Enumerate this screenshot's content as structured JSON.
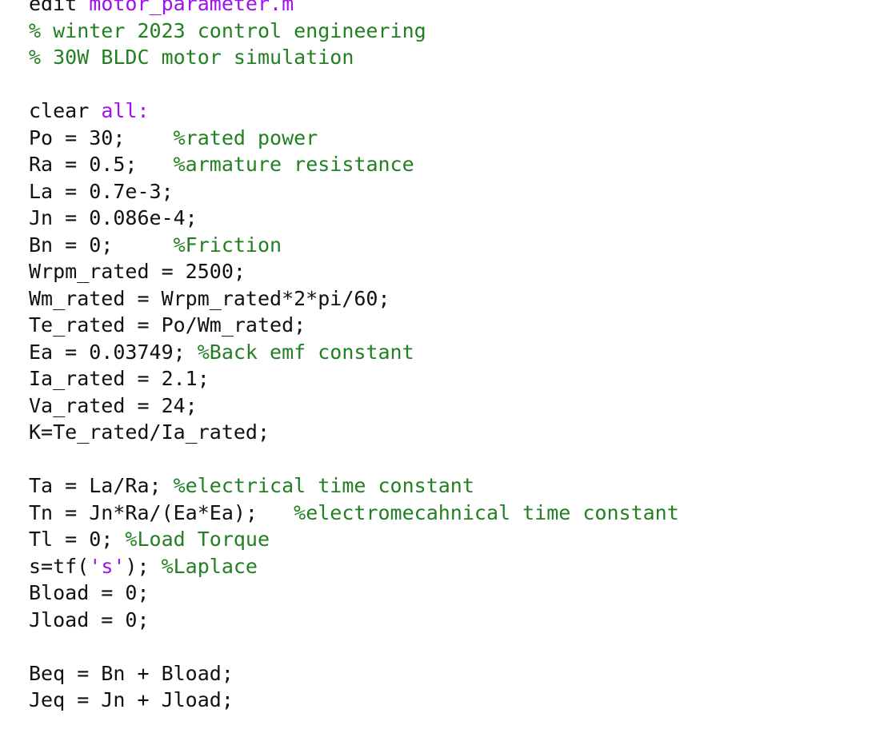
{
  "editor": {
    "lines": [
      [
        {
          "t": "edit ",
          "c": "code"
        },
        {
          "t": "motor_parameter.m",
          "c": "kw"
        }
      ],
      [
        {
          "t": "% winter 2023 control engineering",
          "c": "cm"
        }
      ],
      [
        {
          "t": "% 30W BLDC motor simulation",
          "c": "cm"
        }
      ],
      [],
      [
        {
          "t": "clear ",
          "c": "code"
        },
        {
          "t": "all:",
          "c": "kw"
        }
      ],
      [
        {
          "t": "Po = 30;    ",
          "c": "code"
        },
        {
          "t": "%rated power",
          "c": "cm"
        }
      ],
      [
        {
          "t": "Ra = 0.5;   ",
          "c": "code"
        },
        {
          "t": "%armature resistance",
          "c": "cm"
        }
      ],
      [
        {
          "t": "La = 0.7e-3;",
          "c": "code"
        }
      ],
      [
        {
          "t": "Jn = 0.086e-4;",
          "c": "code"
        }
      ],
      [
        {
          "t": "Bn = 0;     ",
          "c": "code"
        },
        {
          "t": "%Friction",
          "c": "cm"
        }
      ],
      [
        {
          "t": "Wrpm_rated = 2500;",
          "c": "code"
        }
      ],
      [
        {
          "t": "Wm_rated = Wrpm_rated*2*pi/60;",
          "c": "code"
        }
      ],
      [
        {
          "t": "Te_rated = Po/Wm_rated;",
          "c": "code"
        }
      ],
      [
        {
          "t": "Ea = 0.03749; ",
          "c": "code"
        },
        {
          "t": "%Back emf constant",
          "c": "cm"
        }
      ],
      [
        {
          "t": "Ia_rated = 2.1;",
          "c": "code"
        }
      ],
      [
        {
          "t": "Va_rated = 24;",
          "c": "code"
        }
      ],
      [
        {
          "t": "K=Te_rated/Ia_rated;",
          "c": "code"
        }
      ],
      [],
      [
        {
          "t": "Ta = La/Ra; ",
          "c": "code"
        },
        {
          "t": "%electrical time constant",
          "c": "cm"
        }
      ],
      [
        {
          "t": "Tn = Jn*Ra/(Ea*Ea);   ",
          "c": "code"
        },
        {
          "t": "%electromecahnical time constant",
          "c": "cm"
        }
      ],
      [
        {
          "t": "Tl = 0; ",
          "c": "code"
        },
        {
          "t": "%Load Torque",
          "c": "cm"
        }
      ],
      [
        {
          "t": "s=tf(",
          "c": "code"
        },
        {
          "t": "'s'",
          "c": "st"
        },
        {
          "t": "); ",
          "c": "code"
        },
        {
          "t": "%Laplace",
          "c": "cm"
        }
      ],
      [
        {
          "t": "Bload = 0;",
          "c": "code"
        }
      ],
      [
        {
          "t": "Jload = 0;",
          "c": "code"
        }
      ],
      [],
      [
        {
          "t": "Beq = Bn + Bload;",
          "c": "code"
        }
      ],
      [
        {
          "t": "Jeq = Jn + Jload;",
          "c": "code"
        }
      ]
    ]
  },
  "colors": {
    "code": "#111111",
    "keyword": "#a010f0",
    "comment": "#228022",
    "string": "#a010f0",
    "background": "#ffffff"
  }
}
